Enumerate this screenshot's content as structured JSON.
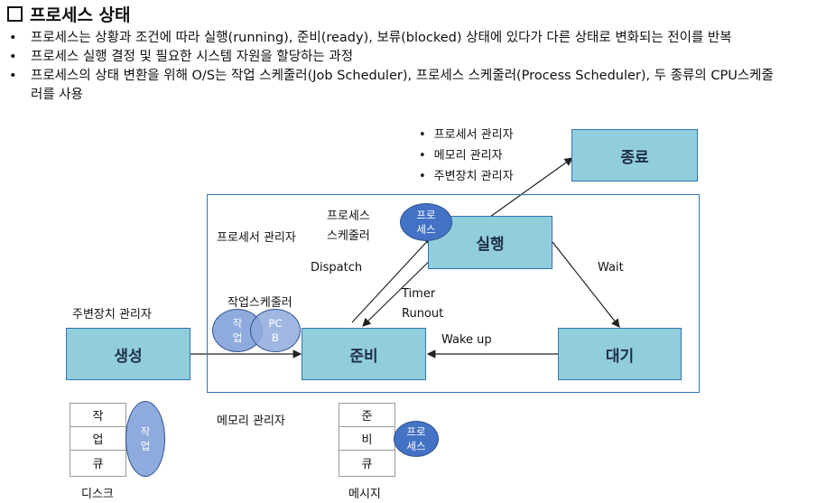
{
  "title": "프로세스 상태",
  "bullets": [
    "프로세스는 상황과 조건에 따라 실행(running), 준비(ready), 보류(blocked) 상태에 있다가 다른 상태로 변화되는 전이를 반복",
    "프로세스 실행 결정 및 필요한 시스템 자원을 할당하는 과정",
    "프로세스의 상태 변환을 위해 O/S는 작업 스케줄러(Job Scheduler), 프로세스 스케줄러(Process Scheduler), 두 종류의 CPU스케줄러를 사용"
  ],
  "states": {
    "create": "생성",
    "ready": "준비",
    "running": "실행",
    "wait": "대기",
    "exit": "종료"
  },
  "managers_list": [
    "프로세서 관리자",
    "메모리 관리자",
    "주변장치 관리자"
  ],
  "labels": {
    "processor_manager": "프로세서 관리자",
    "process_scheduler_1": "프로세스",
    "process_scheduler_2": "스케줄러",
    "dispatch": "Dispatch",
    "timer": "Timer",
    "runout": "Runout",
    "wait": "Wait",
    "wakeup": "Wake up",
    "job_scheduler": "작업스케줄러",
    "peripheral_manager": "주변장치 관리자",
    "memory_manager": "메모리 관리자",
    "disk": "디스크",
    "message": "메시지"
  },
  "circles": {
    "process_top_1": "프로",
    "process_top_2": "세스",
    "job_1": "작",
    "job_2": "업",
    "pcb_1": "PC",
    "pcb_2": "B",
    "job_side_1": "작",
    "job_side_2": "업",
    "process_side_1": "프로",
    "process_side_2": "세스"
  },
  "queues": {
    "job_queue": [
      "작",
      "업",
      "큐"
    ],
    "ready_queue": [
      "준",
      "비",
      "큐"
    ]
  },
  "colors": {
    "state_fill": "#92cddc",
    "state_border": "#2e75b6",
    "circle_dark": "#4472c4",
    "circle_light": "#8faadc"
  }
}
